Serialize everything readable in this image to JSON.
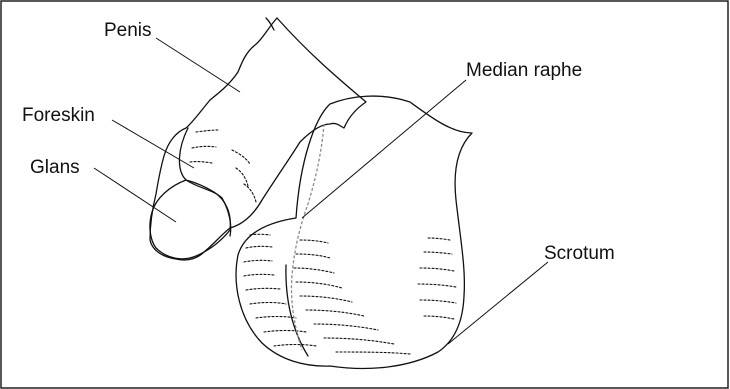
{
  "labels": {
    "penis": "Penis",
    "foreskin": "Foreskin",
    "glans": "Glans",
    "median_raphe": "Median raphe",
    "scrotum": "Scrotum"
  },
  "colors": {
    "line": "#111111",
    "shade_dark": "#cfcfcf",
    "shade_light": "#ffffff",
    "raphe": "#8a8a8a"
  }
}
